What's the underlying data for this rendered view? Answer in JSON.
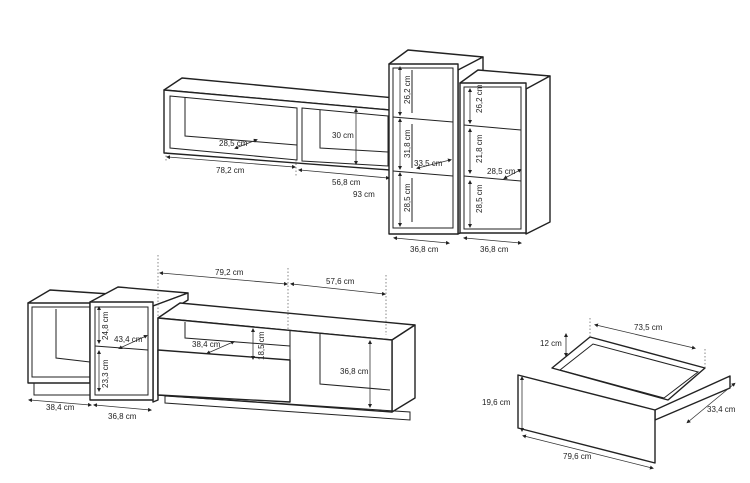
{
  "wall_shelf": {
    "depth": "28,5 cm",
    "height": "30 cm",
    "width_left": "78,2 cm",
    "width_right": "56,8 cm",
    "width_total": "93 cm"
  },
  "tall_cabinet_1": {
    "h1": "26,2 cm",
    "h2": "31,8 cm",
    "h3": "28,5 cm",
    "depth": "33,5 cm",
    "width": "36,8 cm"
  },
  "tall_cabinet_2": {
    "h1": "26,2 cm",
    "h2": "21,8 cm",
    "h3": "28,5 cm",
    "depth": "28,5 cm",
    "width": "36,8 cm"
  },
  "low_cabinets": {
    "left_width": "38,4 cm",
    "mid_width": "36,8 cm",
    "mid_h1": "24,8 cm",
    "mid_h2": "23,3 cm",
    "mid_depth": "43,4 cm"
  },
  "tv_stand": {
    "left_width": "79,2 cm",
    "right_width": "57,6 cm",
    "drawer_depth": "38,4 cm",
    "drawer_height": "18,5 cm",
    "open_height": "36,8 cm"
  },
  "drawer": {
    "inner_width": "73,5 cm",
    "inner_height": "12 cm",
    "front_height": "19,6 cm",
    "front_width": "79,6 cm",
    "depth": "33,4 cm"
  }
}
